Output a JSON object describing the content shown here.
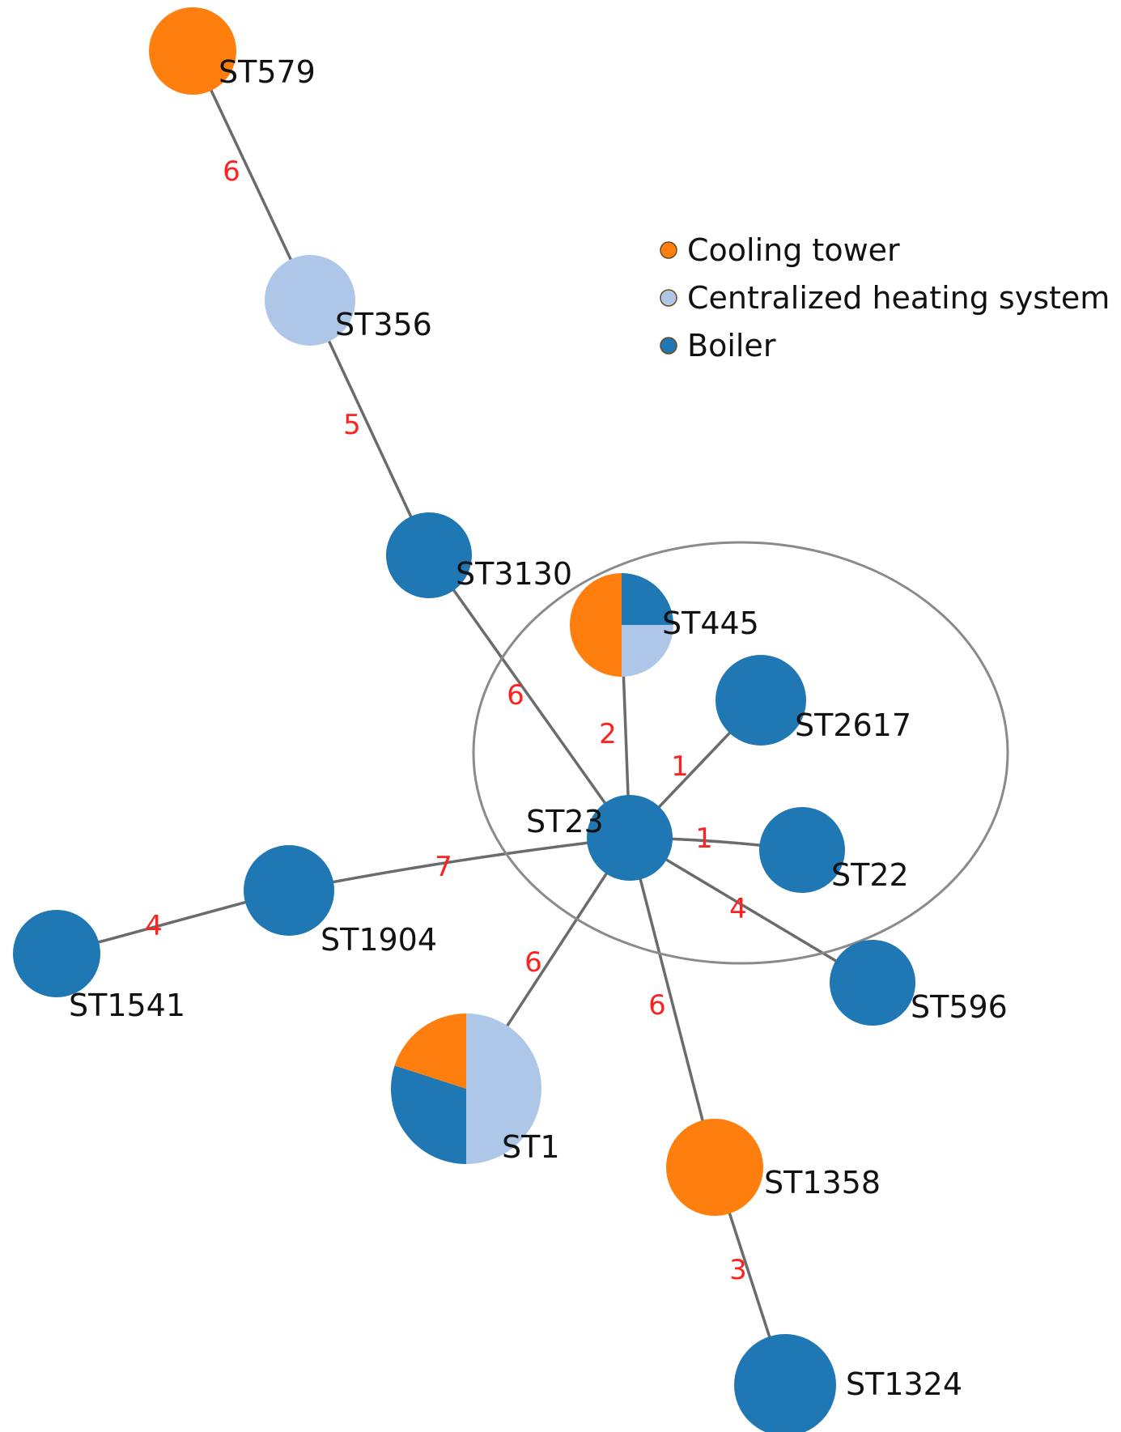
{
  "colors": {
    "cooling_tower": "#ff7f0e",
    "centralized_heating_system": "#aec7e8",
    "boiler": "#1f77b4",
    "edge": "#6b6b6b",
    "edge_label": "#ff2020"
  },
  "legend": [
    {
      "label": "Cooling tower",
      "color_key": "cooling_tower"
    },
    {
      "label": "Centralized heating system",
      "color_key": "centralized_heating_system"
    },
    {
      "label": "Boiler",
      "color_key": "boiler"
    }
  ],
  "nodes": [
    {
      "id": "ST579",
      "label": "ST579",
      "composition": {
        "cooling_tower": 1
      }
    },
    {
      "id": "ST356",
      "label": "ST356",
      "composition": {
        "centralized_heating_system": 1
      }
    },
    {
      "id": "ST3130",
      "label": "ST3130",
      "composition": {
        "boiler": 1
      }
    },
    {
      "id": "ST445",
      "label": "ST445",
      "composition": {
        "boiler": 0.25,
        "centralized_heating_system": 0.25,
        "cooling_tower": 0.5
      }
    },
    {
      "id": "ST2617",
      "label": "ST2617",
      "composition": {
        "boiler": 1
      }
    },
    {
      "id": "ST23",
      "label": "ST23",
      "composition": {
        "boiler": 1
      }
    },
    {
      "id": "ST22",
      "label": "ST22",
      "composition": {
        "boiler": 1
      }
    },
    {
      "id": "ST1904",
      "label": "ST1904",
      "composition": {
        "boiler": 1
      }
    },
    {
      "id": "ST1541",
      "label": "ST1541",
      "composition": {
        "boiler": 1
      }
    },
    {
      "id": "ST596",
      "label": "ST596",
      "composition": {
        "boiler": 1
      }
    },
    {
      "id": "ST1",
      "label": "ST1",
      "composition": {
        "centralized_heating_system": 0.5,
        "boiler": 0.3,
        "cooling_tower": 0.2
      }
    },
    {
      "id": "ST1358",
      "label": "ST1358",
      "composition": {
        "cooling_tower": 1
      }
    },
    {
      "id": "ST1324",
      "label": "ST1324",
      "composition": {
        "boiler": 1
      }
    }
  ],
  "edges": [
    {
      "source": "ST579",
      "target": "ST356",
      "label": "6"
    },
    {
      "source": "ST356",
      "target": "ST3130",
      "label": "5"
    },
    {
      "source": "ST3130",
      "target": "ST23",
      "label": "6"
    },
    {
      "source": "ST445",
      "target": "ST23",
      "label": "2"
    },
    {
      "source": "ST2617",
      "target": "ST23",
      "label": "1"
    },
    {
      "source": "ST22",
      "target": "ST23",
      "label": "1"
    },
    {
      "source": "ST1904",
      "target": "ST23",
      "label": "7"
    },
    {
      "source": "ST1541",
      "target": "ST1904",
      "label": "4"
    },
    {
      "source": "ST596",
      "target": "ST23",
      "label": "4"
    },
    {
      "source": "ST1",
      "target": "ST23",
      "label": "6"
    },
    {
      "source": "ST1358",
      "target": "ST23",
      "label": "6"
    },
    {
      "source": "ST1324",
      "target": "ST1358",
      "label": "3"
    }
  ]
}
